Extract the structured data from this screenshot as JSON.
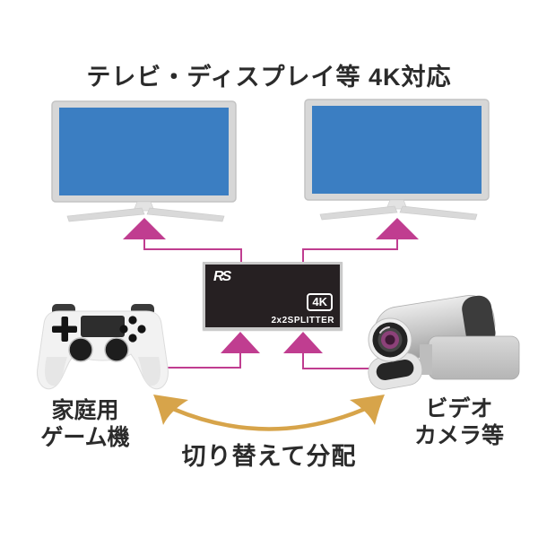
{
  "title": "テレビ・ディスプレイ等 4K対応",
  "splitter": {
    "logo": "RS",
    "badge": "4K",
    "model": "2x2SPLITTER"
  },
  "labels": {
    "game_console": [
      "家庭用",
      "ゲーム機"
    ],
    "video_camera": [
      "ビデオ",
      "カメラ等"
    ],
    "switch_action": "切り替えて分配"
  },
  "icons": {
    "displays": "tv-icon x2",
    "left_source": "game-controller-icon",
    "right_source": "video-camera-icon"
  },
  "colors": {
    "pink": "#c03d90",
    "gold": "#d7a44a",
    "screen_blue": "#3b7ec2",
    "device_dark": "#262022",
    "frame_gray": "#d7d7d7"
  }
}
